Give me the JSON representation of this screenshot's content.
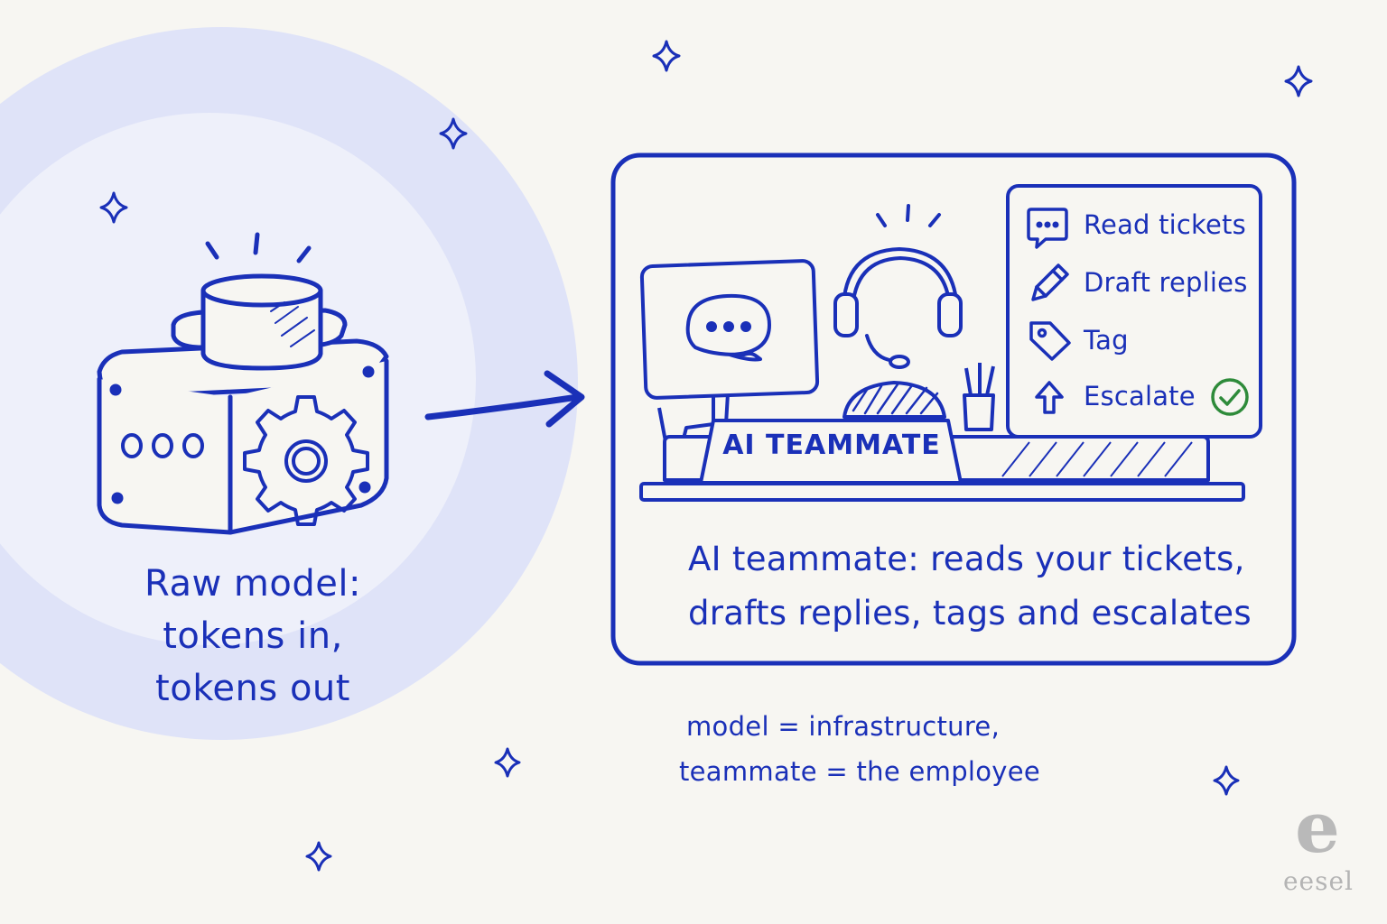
{
  "raw_model": {
    "caption_lines": [
      "Raw model:",
      "tokens in,",
      "tokens out"
    ],
    "dots_icon": "three-dots-panel-icon",
    "gear_icon": "gear-icon"
  },
  "teammate": {
    "nameplate": "AI TEAMMATE",
    "caption_lines": [
      "AI teammate: reads your tickets,",
      "drafts replies, tags and escalates"
    ],
    "tasks": [
      {
        "label": "Read tickets",
        "icon": "chat-bubble-icon"
      },
      {
        "label": "Draft replies",
        "icon": "pencil-icon"
      },
      {
        "label": "Tag",
        "icon": "tag-icon"
      },
      {
        "label": "Escalate",
        "icon": "arrow-up-icon",
        "status_icon": "check-circle-icon"
      }
    ]
  },
  "footnote": {
    "line1": "model = infrastructure,",
    "line2": "teammate = the employee"
  },
  "logo": {
    "letter": "e",
    "word": "eesel"
  },
  "colors": {
    "ink": "#1a30b8",
    "background": "#f7f6f2",
    "halo": "#dfe3f8",
    "check": "#2e8b3a",
    "logo": "#b9b9b9"
  }
}
